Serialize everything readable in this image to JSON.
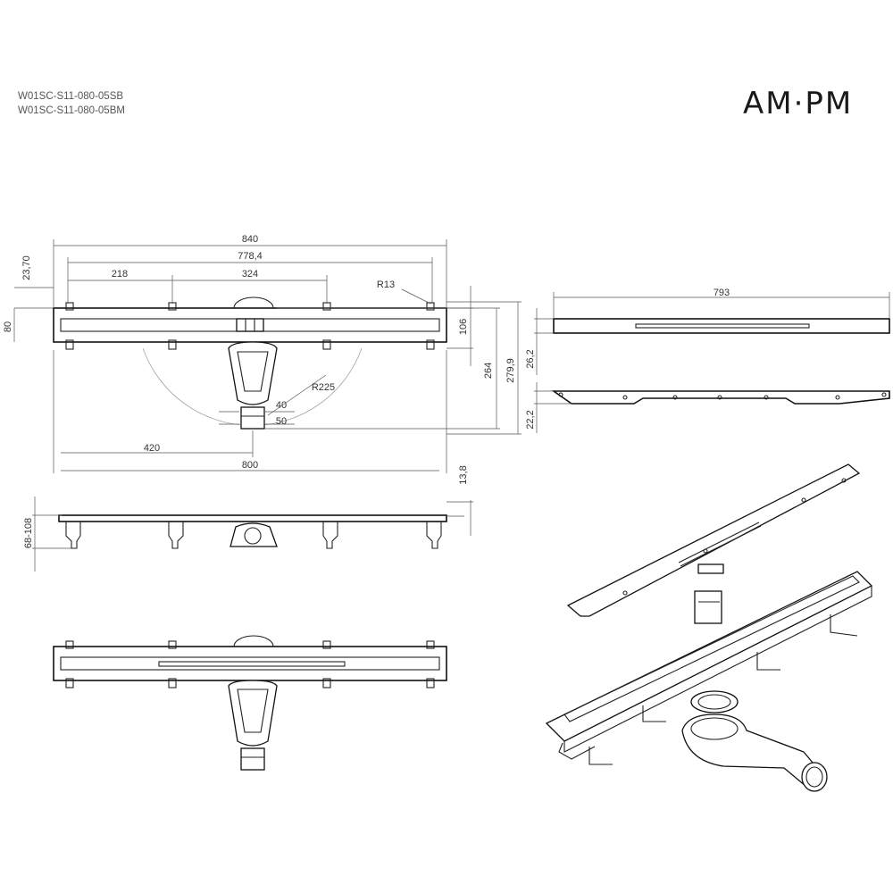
{
  "product_codes": [
    "W01SC-S11-080-05SB",
    "W01SC-S11-080-05BM"
  ],
  "brand_logo": "AM·PM",
  "dimensions": {
    "overall_length": "840",
    "inner_length": "778,4",
    "left_offset": "218",
    "mid_spacing": "324",
    "corner_radius": "R13",
    "side_height_top": "23,70",
    "width": "80",
    "depth_106": "106",
    "depth_264": "264",
    "depth_279": "279,9",
    "outlet_40": "40",
    "outlet_50": "50",
    "swing_radius": "R225",
    "outlet_position": "420",
    "nominal_length": "800",
    "grate_length": "793",
    "grate_height": "26,2",
    "grate_thickness": "22,2",
    "flange_height": "13,8",
    "adjust_height": "68-108"
  }
}
